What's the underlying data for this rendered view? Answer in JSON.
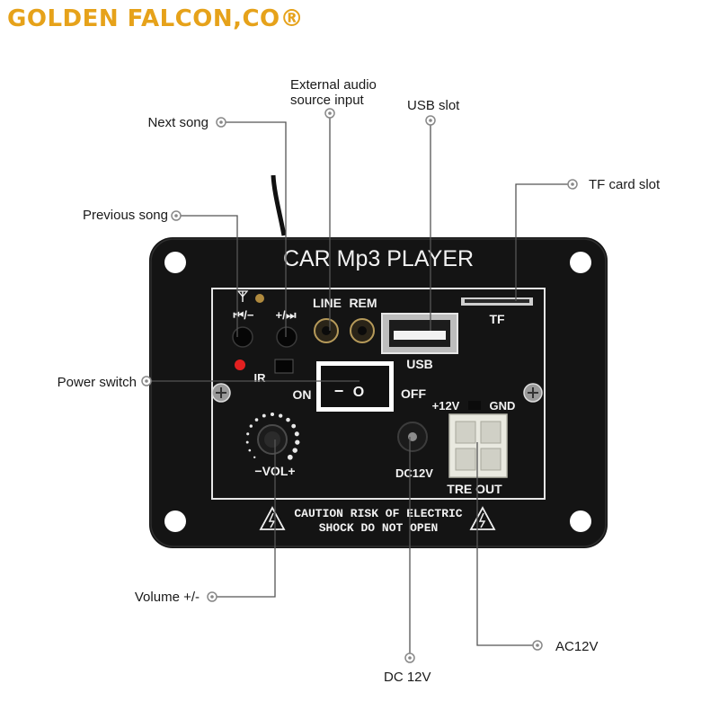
{
  "brand": {
    "name": "GOLDEN FALCON,CO®",
    "color": "#e6a21a"
  },
  "callouts": {
    "external_audio": [
      "External audio",
      "source input"
    ],
    "usb_slot": "USB slot",
    "next_song": "Next song",
    "tf_card_slot": "TF card slot",
    "previous_song": "Previous song",
    "power_switch": "Power switch",
    "volume": "Volume +/-",
    "ac12v": "AC12V",
    "dc12v": "DC 12V"
  },
  "panel": {
    "title": "CAR Mp3 PLAYER",
    "prev_label": "⏮/−",
    "next_label": "+/⏭",
    "line_label": "LINE",
    "rem_label": "REM",
    "usb_label": "USB",
    "tf_label": "TF",
    "ir_label": "IR",
    "on_label": "ON",
    "off_label": "OFF",
    "switch_off_glyph": "−",
    "switch_on_glyph": "O",
    "plus12v_label": "+12V",
    "gnd_label": "GND",
    "vol_label": "−VOL+",
    "dc12v_label": "DC12V",
    "tre_out_label": "TRE OUT",
    "caution_line1": "CAUTION RISK OF ELECTRIC",
    "caution_line2": "SHOCK DO NOT OPEN"
  },
  "colors": {
    "panel": "#141414",
    "leader": "#555555",
    "led": "#e32020",
    "connector": "#e9e9e0"
  }
}
